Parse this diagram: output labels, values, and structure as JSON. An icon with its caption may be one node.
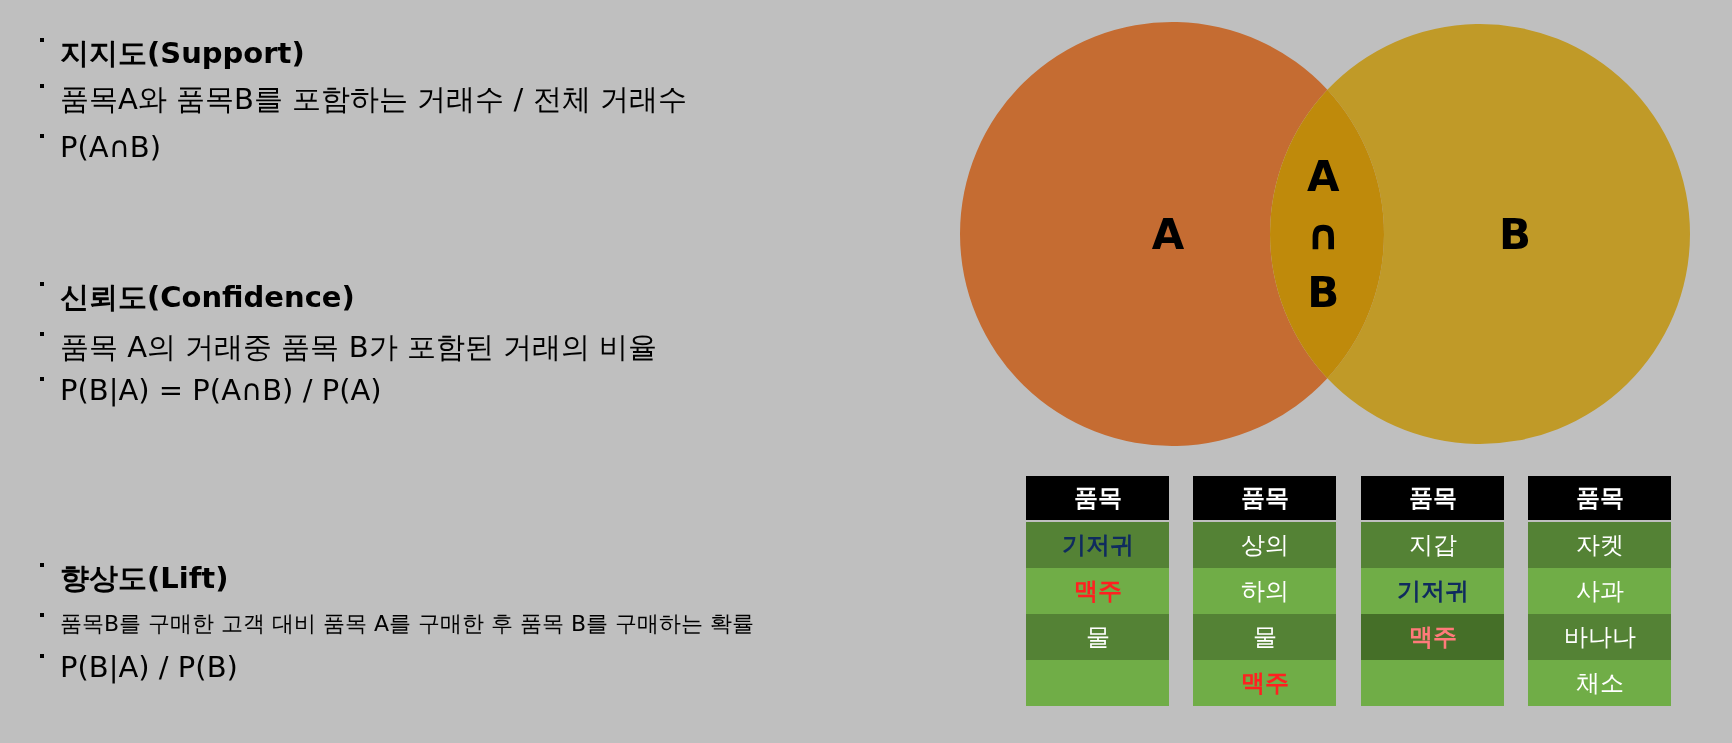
{
  "diagram": {
    "nodes": [
      {
        "text": [
          "A"
        ]
      },
      {
        "text": [
          "B"
        ]
      },
      {
        "text": [
          "A ∩ B"
        ]
      }
    ],
    "edges": [],
    "labels": [
      "지지도(Support)",
      "품목A와 품목B를 포함하는 거래수 / 전체 거래수",
      "P(A∩B)",
      "신뢰도(Confidence)",
      "품목 A의 거래중 품목 B가 포함된 거래의 비율",
      "P(B|A) = P(A∩B) / P(A)",
      "향상도(Lift)",
      "품목B를 구매한 고객 대비 품목 A를 구매한 후 품목 B를 구매하는 확률",
      "P(B|A) / P(B)",
      "품목",
      "품목",
      "품목",
      "품목",
      "기저귀",
      "상의",
      "지갑",
      "자켓",
      "맥주",
      "하의",
      "기저귀",
      "사과",
      "물",
      "물",
      "맥주",
      "바나나",
      "맥주",
      "채소"
    ]
  }
}
